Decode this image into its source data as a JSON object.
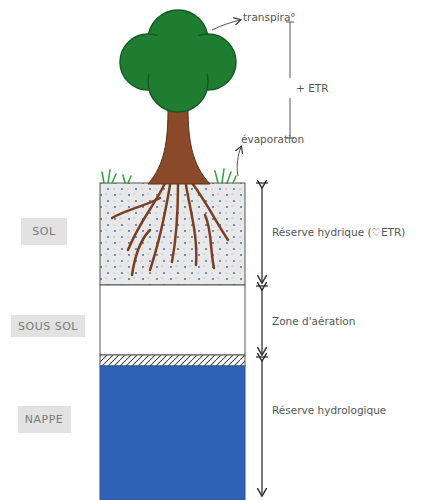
{
  "diagram": {
    "nodes": [
      {
        "text": [
          "SOL"
        ]
      },
      {
        "text": [
          "SOUS SOL"
        ]
      },
      {
        "text": [
          "NAPPE"
        ]
      }
    ],
    "labels": [
      "transpira°",
      "+ ETR",
      "évaporation",
      "Réserve hydrique (♡ETR)",
      "Zone d'aération",
      "Réserve hydrologique"
    ]
  }
}
